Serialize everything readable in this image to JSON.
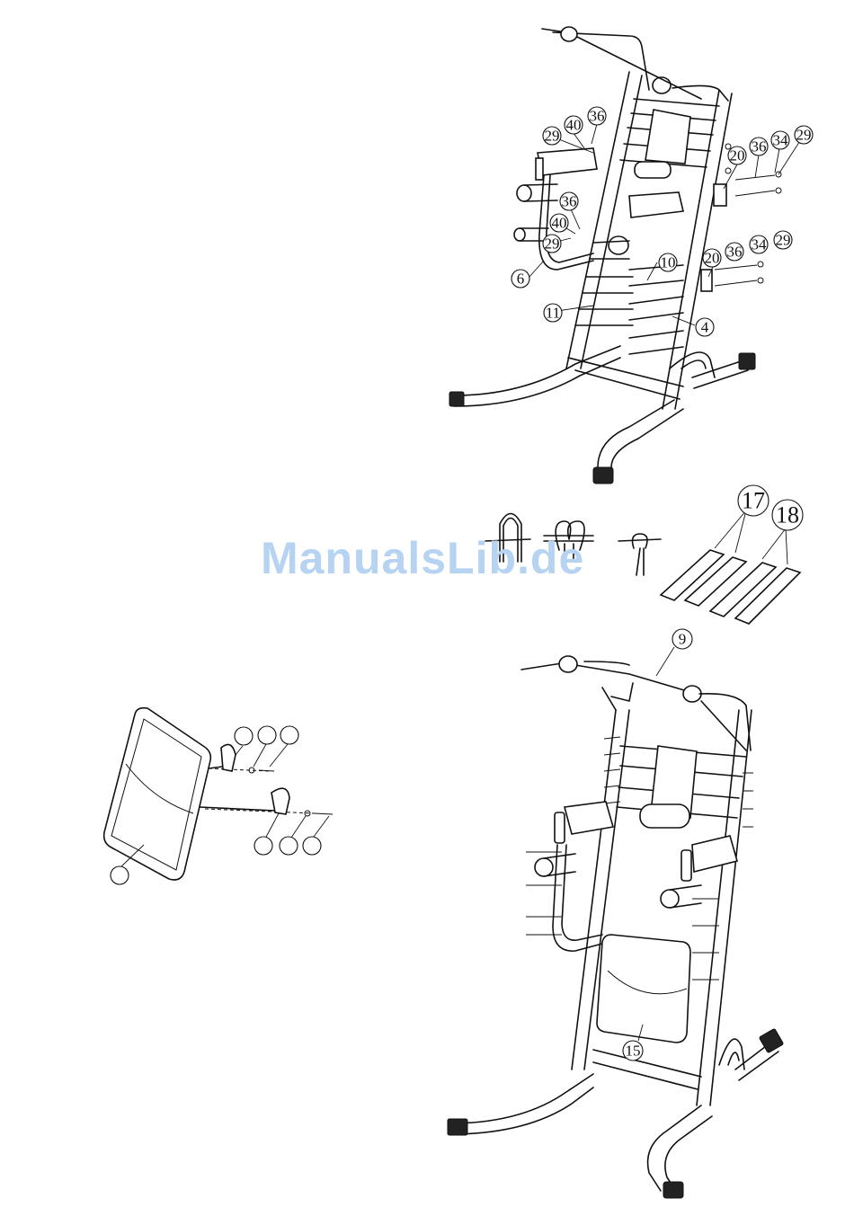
{
  "watermark": "ManualsLib.de",
  "figures": {
    "frame_exploded": {
      "callouts": [
        "36",
        "40",
        "29",
        "29",
        "20",
        "36",
        "34",
        "29",
        "36",
        "40",
        "29",
        "6",
        "20",
        "36",
        "34",
        "29",
        "10",
        "11",
        "4"
      ]
    },
    "strap_boards": {
      "callouts": [
        "17",
        "18"
      ]
    },
    "backrest_exploded": {
      "callouts": [
        "",
        "",
        "",
        "",
        "",
        "",
        ""
      ]
    },
    "assembled_frame": {
      "callouts": [
        "9",
        "15"
      ]
    }
  }
}
